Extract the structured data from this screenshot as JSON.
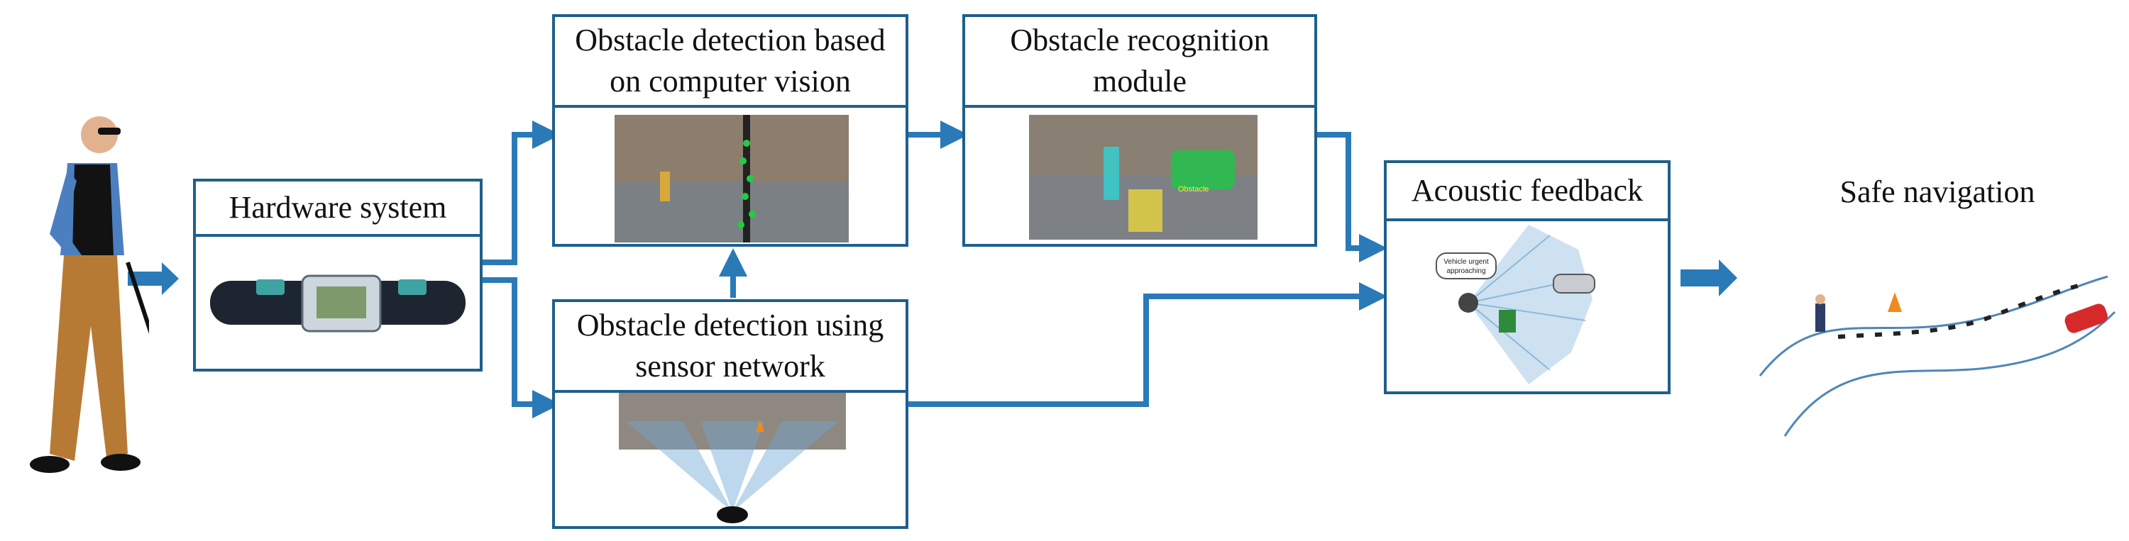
{
  "blocks": {
    "hardware": {
      "title": "Hardware system"
    },
    "cv": {
      "title_line1": "Obstacle detection based",
      "title_line2": "on computer vision"
    },
    "recog": {
      "title_line1": "Obstacle recognition",
      "title_line2": "module",
      "tag": "Obstacle"
    },
    "sensor": {
      "title_line1": "Obstacle detection using",
      "title_line2": "sensor network"
    },
    "acoustic": {
      "title": "Acoustic feedback",
      "bubble_line1": "Vehicle urgent",
      "bubble_line2": "approaching"
    }
  },
  "output": {
    "label": "Safe navigation"
  },
  "colors": {
    "arrow": "#2a7ab8",
    "border": "#1f5f8b",
    "cone": "#6fa8d6"
  }
}
